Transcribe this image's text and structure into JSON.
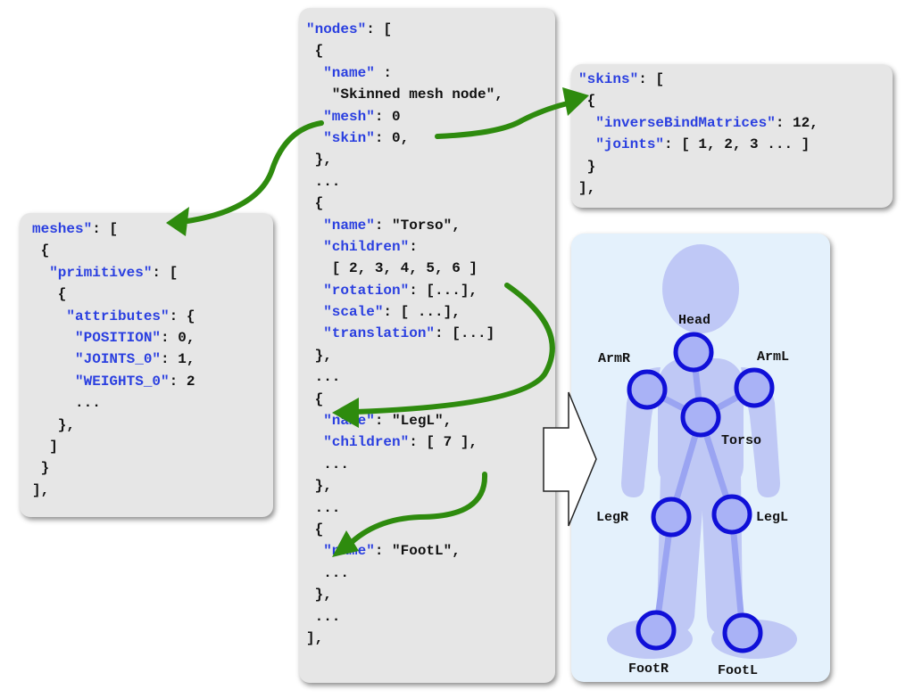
{
  "nodes_panel": {
    "lines": [
      [
        {
          "t": "\"nodes\"",
          "k": true
        },
        {
          "t": ": ["
        }
      ],
      [
        {
          "t": " {"
        }
      ],
      [
        {
          "t": "  "
        },
        {
          "t": "\"name\"",
          "k": true
        },
        {
          "t": " :"
        }
      ],
      [
        {
          "t": "   \"Skinned mesh node\","
        }
      ],
      [
        {
          "t": "  "
        },
        {
          "t": "\"mesh\"",
          "k": true
        },
        {
          "t": ": 0"
        }
      ],
      [
        {
          "t": "  "
        },
        {
          "t": "\"skin\"",
          "k": true
        },
        {
          "t": ": 0,"
        }
      ],
      [
        {
          "t": " },"
        }
      ],
      [
        {
          "t": " ..."
        }
      ],
      [
        {
          "t": " {"
        }
      ],
      [
        {
          "t": "  "
        },
        {
          "t": "\"name\"",
          "k": true
        },
        {
          "t": ": \"Torso\","
        }
      ],
      [
        {
          "t": "  "
        },
        {
          "t": "\"children\"",
          "k": true
        },
        {
          "t": ":"
        }
      ],
      [
        {
          "t": "   [ 2, 3, 4, 5, 6 ]"
        }
      ],
      [
        {
          "t": "  "
        },
        {
          "t": "\"rotation\"",
          "k": true
        },
        {
          "t": ": [...],"
        }
      ],
      [
        {
          "t": "  "
        },
        {
          "t": "\"scale\"",
          "k": true
        },
        {
          "t": ": [ ...],"
        }
      ],
      [
        {
          "t": "  "
        },
        {
          "t": "\"translation\"",
          "k": true
        },
        {
          "t": ": [...]"
        }
      ],
      [
        {
          "t": " },"
        }
      ],
      [
        {
          "t": " ..."
        }
      ],
      [
        {
          "t": " {"
        }
      ],
      [
        {
          "t": "  "
        },
        {
          "t": "\"name\"",
          "k": true
        },
        {
          "t": ": \"LegL\","
        }
      ],
      [
        {
          "t": "  "
        },
        {
          "t": "\"children\"",
          "k": true
        },
        {
          "t": ": [ 7 ],"
        }
      ],
      [
        {
          "t": "  ..."
        }
      ],
      [
        {
          "t": " },"
        }
      ],
      [
        {
          "t": " ..."
        }
      ],
      [
        {
          "t": " {"
        }
      ],
      [
        {
          "t": "  "
        },
        {
          "t": "\"name\"",
          "k": true
        },
        {
          "t": ": \"FootL\","
        }
      ],
      [
        {
          "t": "  ..."
        }
      ],
      [
        {
          "t": " },"
        }
      ],
      [
        {
          "t": " ..."
        }
      ],
      [
        {
          "t": "],"
        }
      ]
    ]
  },
  "skins_panel": {
    "lines": [
      [
        {
          "t": "\"skins\"",
          "k": true
        },
        {
          "t": ": ["
        }
      ],
      [
        {
          "t": " {"
        }
      ],
      [
        {
          "t": "  "
        },
        {
          "t": "\"inverseBindMatrices\"",
          "k": true
        },
        {
          "t": ": 12,"
        }
      ],
      [
        {
          "t": "  "
        },
        {
          "t": "\"joints\"",
          "k": true
        },
        {
          "t": ": [ 1, 2, 3 ... ]"
        }
      ],
      [
        {
          "t": " }"
        }
      ],
      [
        {
          "t": "],"
        }
      ]
    ]
  },
  "meshes_panel": {
    "lines": [
      [
        {
          "t": "meshes\"",
          "k": true
        },
        {
          "t": ": ["
        }
      ],
      [
        {
          "t": " {"
        }
      ],
      [
        {
          "t": "  "
        },
        {
          "t": "\"primitives\"",
          "k": true
        },
        {
          "t": ": ["
        }
      ],
      [
        {
          "t": "   {"
        }
      ],
      [
        {
          "t": "    "
        },
        {
          "t": "\"attributes\"",
          "k": true
        },
        {
          "t": ": {"
        }
      ],
      [
        {
          "t": "     "
        },
        {
          "t": "\"POSITION\"",
          "k": true
        },
        {
          "t": ": 0,"
        }
      ],
      [
        {
          "t": "     "
        },
        {
          "t": "\"JOINTS_0\"",
          "k": true
        },
        {
          "t": ": 1,"
        }
      ],
      [
        {
          "t": "     "
        },
        {
          "t": "\"WEIGHTS_0\"",
          "k": true
        },
        {
          "t": ": 2"
        }
      ],
      [
        {
          "t": "     ..."
        }
      ],
      [
        {
          "t": "   },"
        }
      ],
      [
        {
          "t": "  ]"
        }
      ],
      [
        {
          "t": " }"
        }
      ],
      [
        {
          "t": "],"
        }
      ]
    ]
  },
  "skeleton": {
    "joints": [
      {
        "name": "Head"
      },
      {
        "name": "ArmR"
      },
      {
        "name": "ArmL"
      },
      {
        "name": "Torso"
      },
      {
        "name": "LegR"
      },
      {
        "name": "LegL"
      },
      {
        "name": "FootR"
      },
      {
        "name": "FootL"
      }
    ]
  },
  "colors": {
    "keyword": "#2a3fe0",
    "arrow": "#2e8b0e",
    "joint_stroke": "#1010d8",
    "joint_fill": "#a9b2f6",
    "body_fill": "#b9c1f4",
    "panel_bg": "#e6e6e6",
    "figure_bg": "#e4f1fc"
  }
}
